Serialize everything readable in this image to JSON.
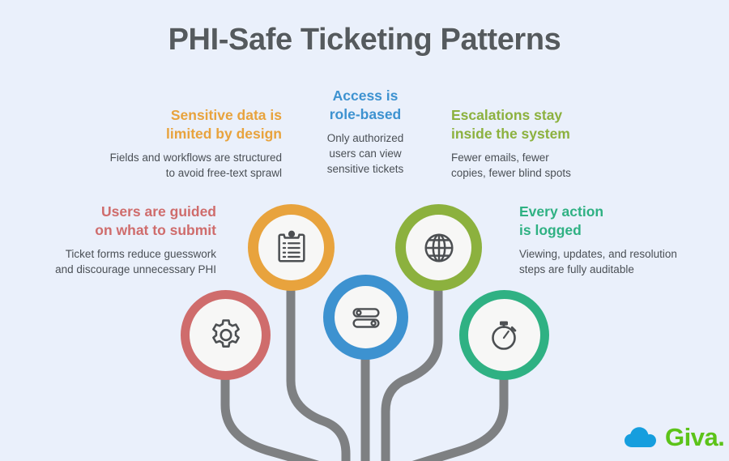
{
  "page": {
    "title": "PHI-Safe Ticketing Patterns",
    "background_color": "#eaf0fb",
    "title_color": "#555a5e",
    "body_text_color": "#4a4f55",
    "branch_color": "#7e8082"
  },
  "blocks": [
    {
      "id": "sensitive-data",
      "heading": "Sensitive data is limited by design",
      "heading_line1": "Sensitive data is",
      "heading_line2": "limited by design",
      "body": "Fields and workflows are structured to avoid free-text sprawl",
      "body_line1": "Fields and workflows are structured",
      "body_line2": "to avoid free-text sprawl",
      "color": "#e8a33d",
      "align": "right"
    },
    {
      "id": "access-role-based",
      "heading": "Access is role-based",
      "heading_line1": "Access is",
      "heading_line2": "role-based",
      "body": "Only authorized users can view sensitive tickets",
      "body_line1": "Only authorized",
      "body_line2": "users can view",
      "body_line3": "sensitive tickets",
      "color": "#3d92d0",
      "align": "center"
    },
    {
      "id": "escalations-inside",
      "heading": "Escalations stay inside the system",
      "heading_line1": "Escalations stay",
      "heading_line2": "inside the system",
      "body": "Fewer emails, fewer copies, fewer blind spots",
      "body_line1": "Fewer emails, fewer",
      "body_line2": "copies, fewer blind spots",
      "color": "#8cb13e",
      "align": "left"
    },
    {
      "id": "users-guided",
      "heading": "Users are guided on what to submit",
      "heading_line1": "Users are guided",
      "heading_line2": "on what to submit",
      "body": "Ticket forms reduce guesswork and discourage unnecessary PHI",
      "body_line1": "Ticket forms reduce guesswork",
      "body_line2": "and discourage unnecessary PHI",
      "color": "#cf6c6c",
      "align": "right"
    },
    {
      "id": "every-action-logged",
      "heading": "Every action is logged",
      "heading_line1": "Every action",
      "heading_line2": "is logged",
      "body": "Viewing, updates, and resolution steps are fully auditable",
      "body_line1": "Viewing, updates, and resolution",
      "body_line2": "steps are fully auditable",
      "color": "#2fb183",
      "align": "left"
    }
  ],
  "nodes": [
    {
      "id": "clipboard",
      "icon": "clipboard-icon",
      "ring_color": "#e8a33d",
      "label": "Sensitive data is limited by design"
    },
    {
      "id": "globe",
      "icon": "globe-icon",
      "ring_color": "#8cb13e",
      "label": "Escalations stay inside the system"
    },
    {
      "id": "gear",
      "icon": "gear-icon",
      "ring_color": "#cf6c6c",
      "label": "Users are guided on what to submit"
    },
    {
      "id": "server",
      "icon": "server-icon",
      "ring_color": "#3d92d0",
      "label": "Access is role-based"
    },
    {
      "id": "stopwatch",
      "icon": "stopwatch-icon",
      "ring_color": "#2fb183",
      "label": "Every action is logged"
    }
  ],
  "logo": {
    "word": "Giva.",
    "word_color": "#5cc319",
    "cloud_color": "#169ede",
    "cloud_icon": "cloud-icon"
  }
}
